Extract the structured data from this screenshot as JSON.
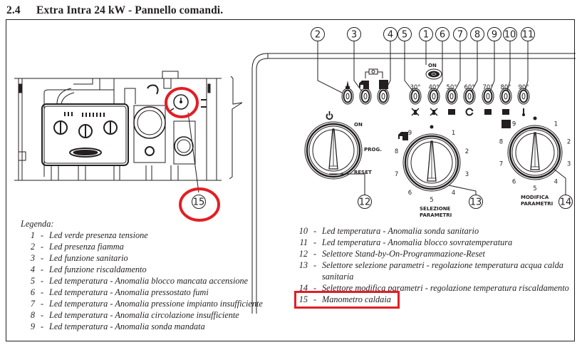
{
  "section": {
    "number": "2.4",
    "title": "Extra Intra 24 kW - Pannello comandi."
  },
  "diagram": {
    "callouts": [
      "1",
      "2",
      "3",
      "4",
      "5",
      "6",
      "7",
      "8",
      "9",
      "10",
      "11",
      "12",
      "13",
      "14",
      "15"
    ],
    "led_labels": {
      "on": "ON",
      "temps": [
        "30°",
        "40°",
        "50°",
        "60°",
        "70°",
        "80°",
        "90°"
      ]
    },
    "selector_12": {
      "positions": [
        "ON",
        "PROG.",
        "RESET"
      ]
    },
    "selector_13": {
      "label_line1": "SELEZIONE",
      "label_line2": "PARAMETRI",
      "scale": [
        "1",
        "2",
        "3",
        "4",
        "5",
        "6",
        "7",
        "8",
        "9"
      ]
    },
    "selector_14": {
      "label_line1": "MODIFICA",
      "label_line2": "PARAMETRI",
      "scale": [
        "1",
        "2",
        "3",
        "4",
        "5",
        "6",
        "7",
        "8",
        "9"
      ]
    },
    "highlight_color": "#e31e24"
  },
  "legend": {
    "heading": "Legenda:",
    "items": [
      {
        "n": "1",
        "text": "Led verde presenza tensione"
      },
      {
        "n": "2",
        "text": "Led presenza fiamma"
      },
      {
        "n": "3",
        "text": "Led funzione sanitario"
      },
      {
        "n": "4",
        "text": "Led funzione riscaldamento"
      },
      {
        "n": "5",
        "text": "Led temperatura - Anomalia blocco mancata accensione"
      },
      {
        "n": "6",
        "text": "Led temperatura - Anomalia pressostato fumi"
      },
      {
        "n": "7",
        "text": "Led temperatura - Anomalia pressione impianto insufficiente"
      },
      {
        "n": "8",
        "text": "Led temperatura - Anomalia circolazione insufficiente"
      },
      {
        "n": "9",
        "text": "Led temperatura - Anomalia sonda mandata"
      },
      {
        "n": "10",
        "text": "Led temperatura - Anomalia sonda sanitario"
      },
      {
        "n": "11",
        "text": "Led temperatura - Anomalia blocco sovratemperatura"
      },
      {
        "n": "12",
        "text": "Selettore Stand-by-On-Programmazione-Reset"
      },
      {
        "n": "13",
        "text": "Selettore selezione parametri - regolazione temperatura acqua calda",
        "cont": "sanitaria"
      },
      {
        "n": "14",
        "text": "Selettore modifica parametri - regolazione temperatura riscaldamento"
      },
      {
        "n": "15",
        "text": "Manometro caldaia"
      }
    ],
    "dash": "-"
  }
}
